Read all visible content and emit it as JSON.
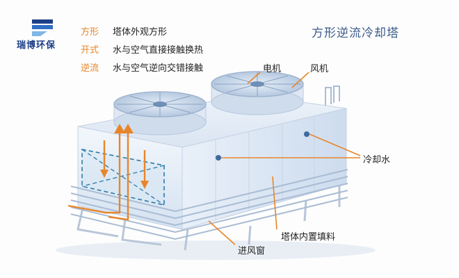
{
  "brand": {
    "name": "瑞博环保",
    "logo_colors": [
      "#1d3f86",
      "#2f6fc4",
      "#7fb6e6"
    ]
  },
  "features": [
    {
      "term": "方形",
      "desc": "塔体外观方形"
    },
    {
      "term": "开式",
      "desc": "水与空气直接接触换热"
    },
    {
      "term": "逆流",
      "desc": "水与空气逆向交错接触"
    }
  ],
  "title": "方形逆流冷却塔",
  "callouts": {
    "motor": "电机",
    "fan": "风机",
    "cooling_water": "冷却水",
    "fill": "塔体内置填料",
    "air_inlet": "进风窗"
  },
  "colors": {
    "accent": "#e8852a",
    "title": "#3b5b8c",
    "tower_body": "#e6eef8",
    "fill_outline": "#2a7aa8"
  }
}
